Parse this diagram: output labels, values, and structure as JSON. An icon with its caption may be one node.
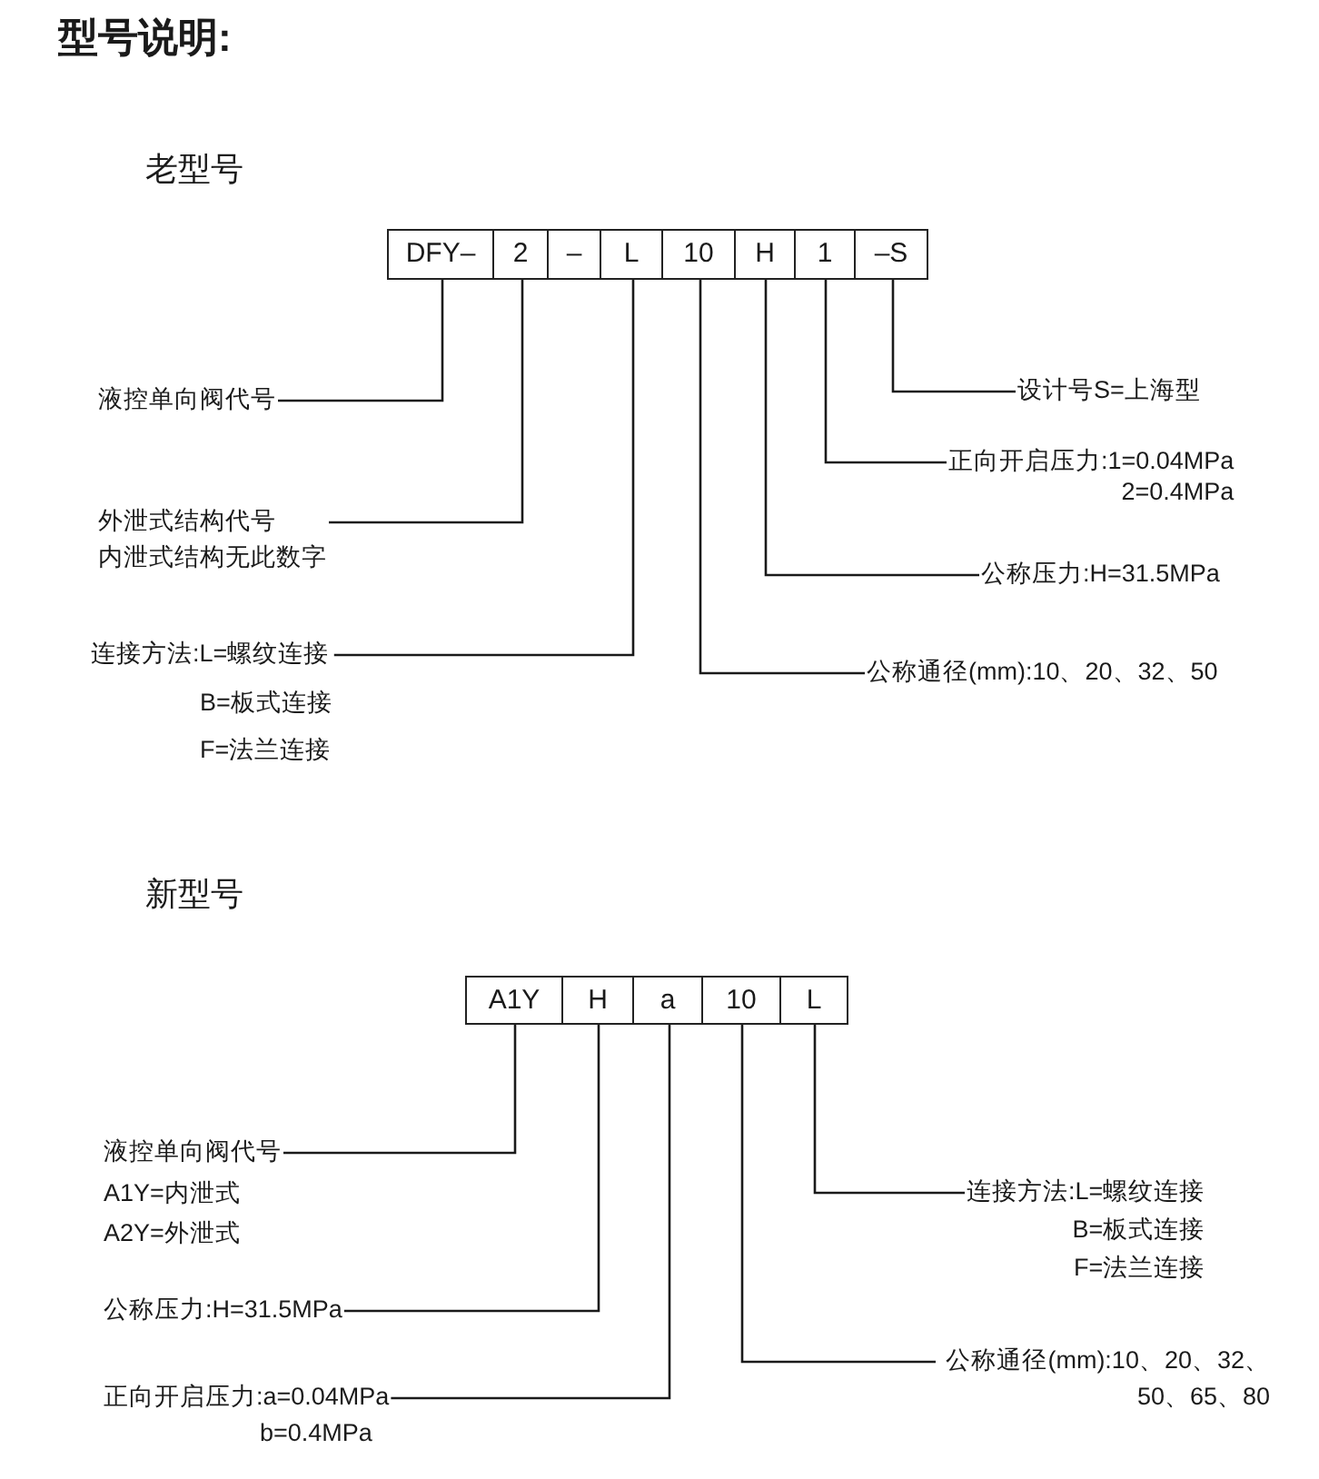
{
  "diagram": {
    "title": "型号说明:",
    "nodes": [
      {
        "text": [
          "DFY–"
        ]
      },
      {
        "text": [
          "2"
        ]
      },
      {
        "text": [
          "–"
        ]
      },
      {
        "text": [
          "L"
        ]
      },
      {
        "text": [
          "10"
        ]
      },
      {
        "text": [
          "H"
        ]
      },
      {
        "text": [
          "1"
        ]
      },
      {
        "text": [
          "–S"
        ]
      },
      {
        "text": [
          "液控单向阀代号"
        ]
      },
      {
        "text": [
          "外泄式结构代号",
          "内泄式结构无此数字"
        ]
      },
      {
        "text": [
          "连接方法:L=螺纹连接",
          "B=板式连接",
          "F=法兰连接"
        ]
      },
      {
        "text": [
          "公称通径(mm):10、20、32、50"
        ]
      },
      {
        "text": [
          "公称压力:H=31.5MPa"
        ]
      },
      {
        "text": [
          "正向开启压力:1=0.04MPa",
          "2=0.4MPa"
        ]
      },
      {
        "text": [
          "设计号S=上海型"
        ]
      },
      {
        "text": [
          "A1Y"
        ]
      },
      {
        "text": [
          "H"
        ]
      },
      {
        "text": [
          "a"
        ]
      },
      {
        "text": [
          "10"
        ]
      },
      {
        "text": [
          "L"
        ]
      },
      {
        "text": [
          "液控单向阀代号",
          "A1Y=内泄式",
          "A2Y=外泄式"
        ]
      },
      {
        "text": [
          "公称压力:H=31.5MPa"
        ]
      },
      {
        "text": [
          "正向开启压力:a=0.04MPa",
          "b=0.4MPa"
        ]
      },
      {
        "text": [
          "公称通径(mm):10、20、32、50、65、80"
        ]
      },
      {
        "text": [
          "连接方法:L=螺纹连接",
          "B=板式连接",
          "F=法兰连接"
        ]
      }
    ],
    "edges": [
      {
        "from": 0,
        "to": 8,
        "arrow": "none"
      },
      {
        "from": 1,
        "to": 9,
        "arrow": "none"
      },
      {
        "from": 3,
        "to": 10,
        "arrow": "none"
      },
      {
        "from": 4,
        "to": 11,
        "arrow": "none"
      },
      {
        "from": 5,
        "to": 12,
        "arrow": "none"
      },
      {
        "from": 6,
        "to": 13,
        "arrow": "none"
      },
      {
        "from": 7,
        "to": 14,
        "arrow": "none"
      },
      {
        "from": 15,
        "to": 20,
        "arrow": "none"
      },
      {
        "from": 16,
        "to": 21,
        "arrow": "none"
      },
      {
        "from": 17,
        "to": 22,
        "arrow": "none"
      },
      {
        "from": 18,
        "to": 23,
        "arrow": "none"
      },
      {
        "from": 19,
        "to": 24,
        "arrow": "none"
      }
    ],
    "labels": [
      "老型号",
      "新型号"
    ]
  }
}
